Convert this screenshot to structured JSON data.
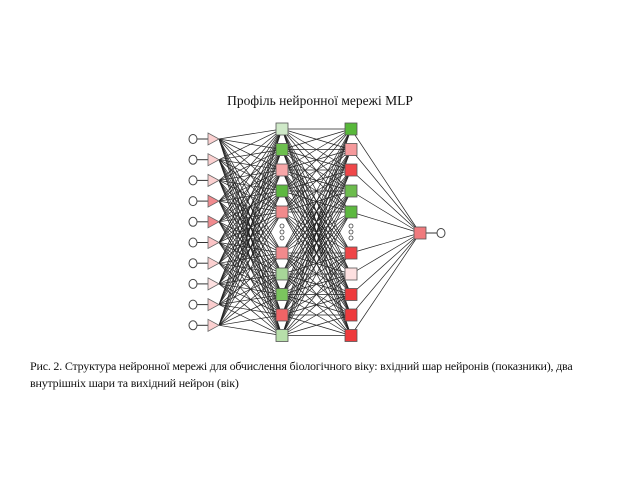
{
  "figure": {
    "title": "Профіль нейронної мережі MLP",
    "caption": "Рис. 2. Структура нейронної мережі для обчислення біологічного віку: вхідний шар нейронів (показники), два внутрішніх шари та вихідний нейрон (вік)"
  },
  "network": {
    "input_neurons": 10,
    "input_colors": [
      "#fbd0d0",
      "#fbd0d0",
      "#fbd0d0",
      "#f08a8e",
      "#f08a8e",
      "#fbc4c6",
      "#fbd0d0",
      "#fde0e0",
      "#fbcdce",
      "#fbd0d0"
    ],
    "hidden1_colors": [
      "#cfe9c8",
      "#6dbf4e",
      "#f7a7a8",
      "#5db840",
      "#f28a8c",
      "#f28a8c",
      "#a7d698",
      "#7bc45e",
      "#f06466",
      "#b7dfaa"
    ],
    "hidden2_colors": [
      "#58b83a",
      "#f59a9c",
      "#ef4749",
      "#6cbc4d",
      "#5db840",
      "#ef4547",
      "#fde0e0",
      "#ee3a3c",
      "#ee3a3c",
      "#ee3a3c"
    ],
    "output_color": "#f07a7d",
    "ellipsis_between": 5
  }
}
